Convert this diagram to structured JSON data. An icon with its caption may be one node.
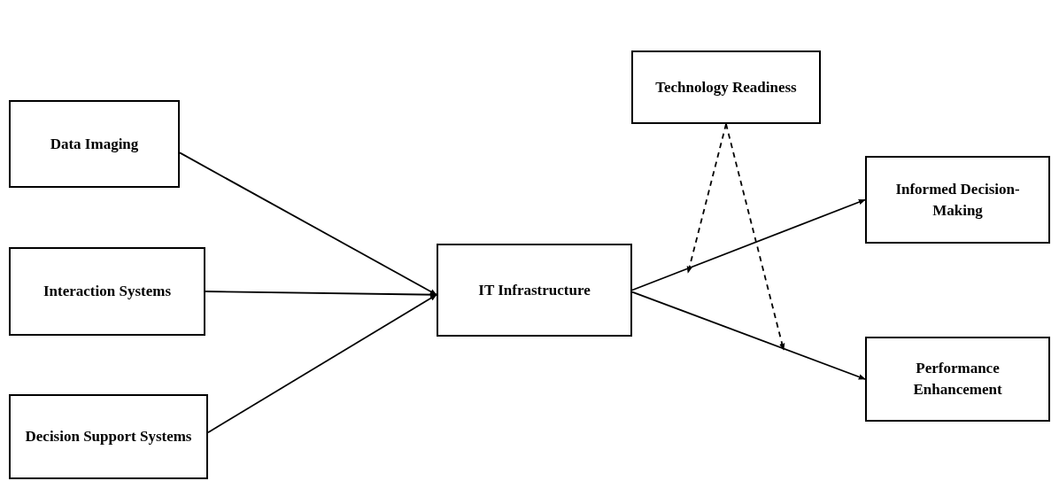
{
  "diagram": {
    "nodes": [
      {
        "text": [
          "Data Imaging"
        ]
      },
      {
        "text": [
          "Interaction Systems"
        ]
      },
      {
        "text": [
          "Decision Support Systems"
        ]
      },
      {
        "text": [
          "Technology Readiness"
        ]
      },
      {
        "text": [
          "IT Infrastructure"
        ]
      },
      {
        "text": [
          "Informed Decision-Making"
        ]
      },
      {
        "text": [
          "Performance Enhancement"
        ]
      }
    ],
    "edges": [
      {
        "from": 0,
        "to": 4,
        "arrow": "to"
      },
      {
        "from": 1,
        "to": 4,
        "arrow": "to"
      },
      {
        "from": 2,
        "to": 4,
        "arrow": "to"
      },
      {
        "from": 4,
        "to": 5,
        "arrow": "to"
      },
      {
        "from": 4,
        "to": 6,
        "arrow": "to"
      },
      {
        "from": 3,
        "to": null,
        "arrow": "to",
        "style": "dashed"
      },
      {
        "from": 3,
        "to": null,
        "arrow": "to",
        "style": "dashed"
      }
    ]
  }
}
